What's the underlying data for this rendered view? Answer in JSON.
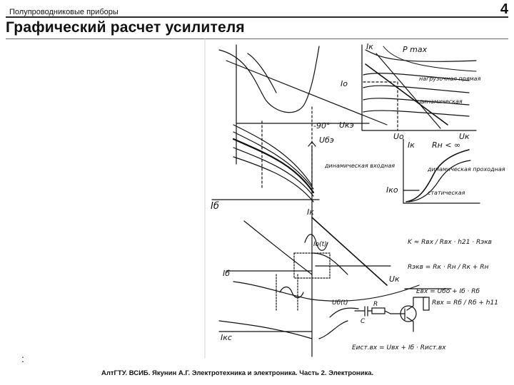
{
  "header": {
    "subject": "Полупроводниковые приборы",
    "page_number": "4"
  },
  "title": "Графический расчет усилителя",
  "footer": {
    "marker": ":",
    "citation": "АлтГТУ. ВСИБ. Якунин А.Г. Электротехника и электроника. Часть 2. Электроника."
  },
  "sketch": {
    "labels": {
      "pmax": "P max",
      "ik_top": "Iк",
      "io": "Iо",
      "uo": "Uо",
      "uk": "Uк",
      "rn": "Rн < ∞",
      "ubo": "Uбэ",
      "uke": "Uкэ",
      "ik_mid": "Iк",
      "iko": "Iко",
      "is_left": "Iб",
      "ik_bottom": "Iк",
      "iot": "Iо(t)",
      "uk_bottom": "Uк",
      "is_bottom": "Iб",
      "ikc": "Iкс",
      "ubt": "Uб(t)",
      "deg90": "-90°"
    },
    "notes": {
      "curve_static": "нагрузочная прямая",
      "curve_dynamic": "динамическая",
      "input_dynamic": "динамическая входная",
      "transfer_dynamic": "динамическая проходная",
      "transfer_static": "статическая"
    },
    "formulas": {
      "k": "K ≈ Rвх / Rвх · h21 · Rэкв",
      "rekv": "Rэкв = Rк · Rн / Rк + Rн",
      "ebx": "Eвх = Uбо + Iб · Rб",
      "rbx": "Rвх = Rб / Rб + h11",
      "eist": "Eист.вх = Uвх + Iб · Rист.вх"
    },
    "circuit": {
      "r": "R",
      "c": "C"
    }
  }
}
